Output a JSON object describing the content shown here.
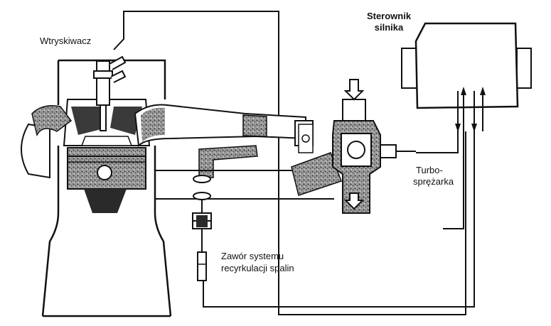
{
  "labels": {
    "injector": "Wtryskiwacz",
    "ecu_line1": "Sterownik",
    "ecu_line2": "silnika",
    "turbo_line1": "Turbo-",
    "turbo_line2": "sprężarka",
    "egr_line1": "Zawór systemu",
    "egr_line2": "recyrkulacji spalin"
  },
  "colors": {
    "ink": "#111111",
    "hatch_fill": "#8a8a8a",
    "dark_fill": "#2a2a2a",
    "paper": "#ffffff"
  }
}
